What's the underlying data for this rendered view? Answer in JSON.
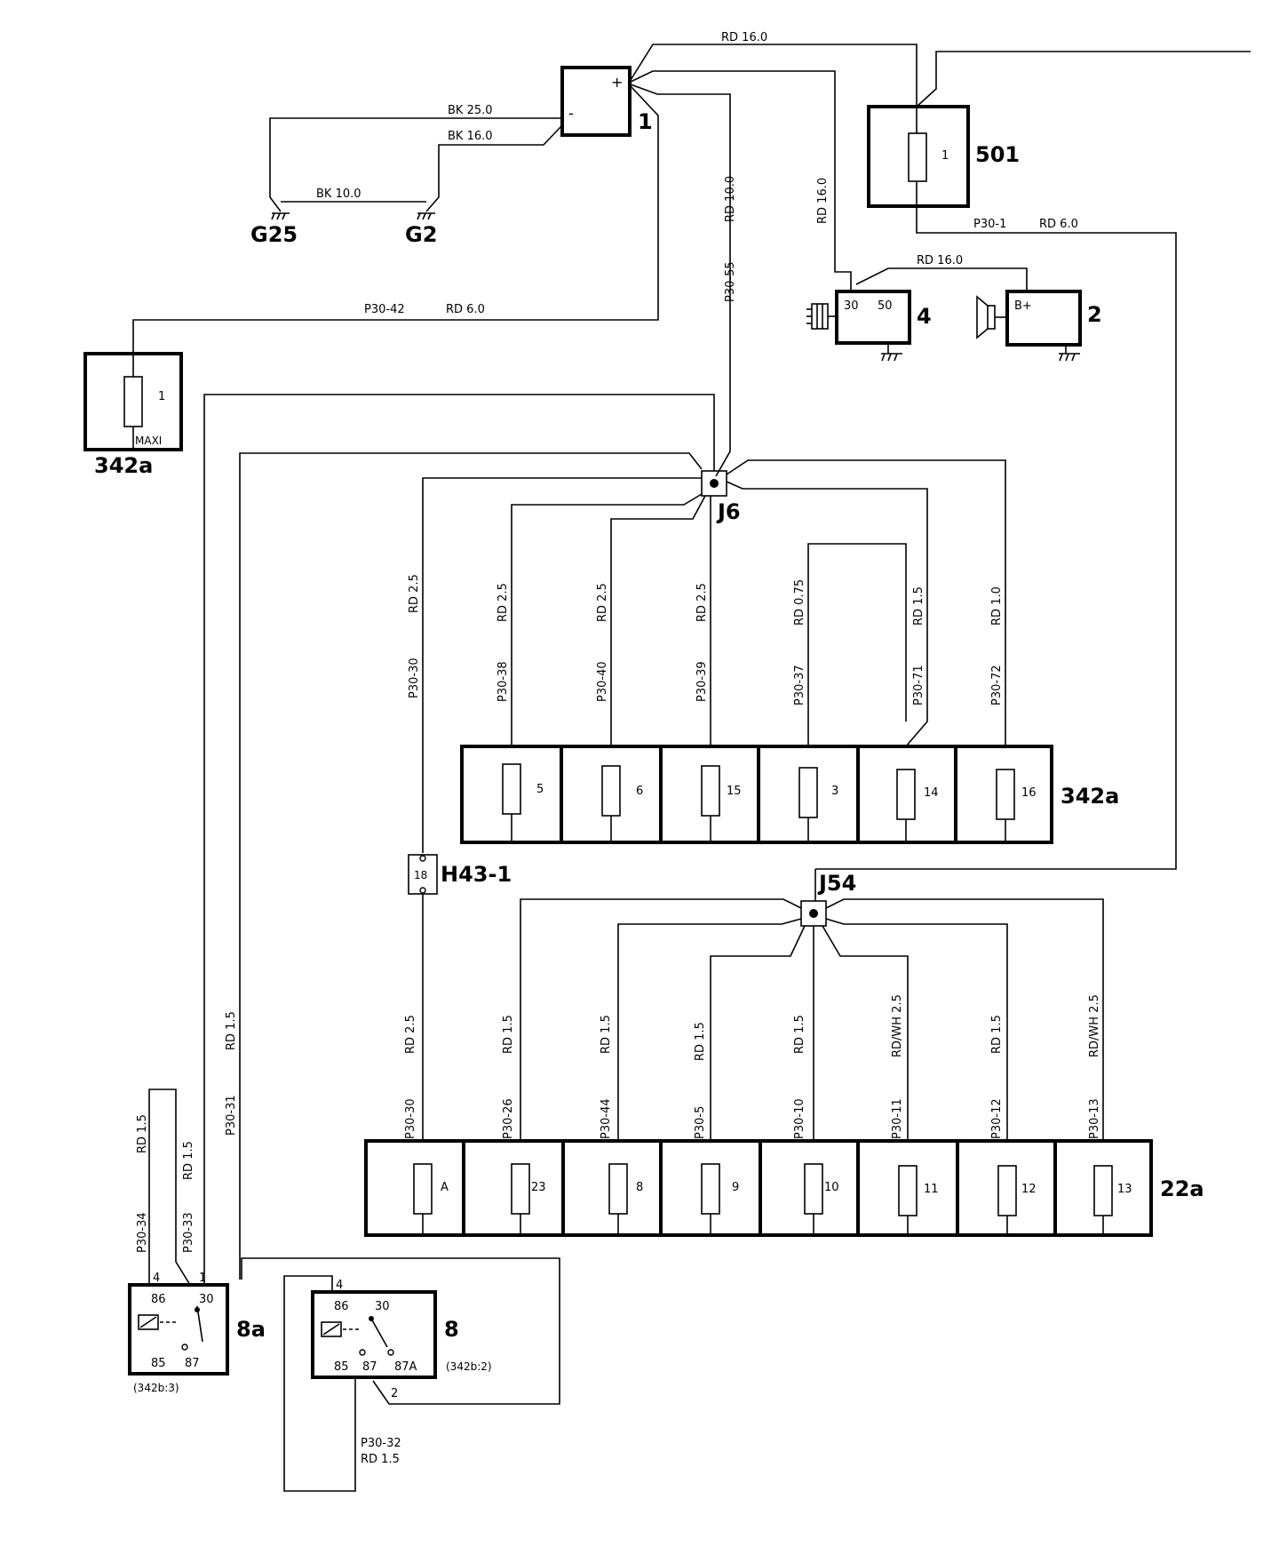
{
  "battery": {
    "id": "1",
    "plus": "+",
    "minus": "-"
  },
  "grounds": {
    "g25": "G25",
    "g2": "G2"
  },
  "wires": {
    "rd_16_top": "RD 16.0",
    "bk_25": "BK 25.0",
    "bk_16": "BK 16.0",
    "bk_10": "BK 10.0",
    "rd_10_vertical": "RD 10.0",
    "p30_55": "P30-55",
    "rd_16_vertical": "RD 16.0",
    "p30_1": "P30-1",
    "rd_6_p30_1": "RD 6.0",
    "rd_16_starter": "RD 16.0",
    "p30_42": "P30-42",
    "rd_6_p30_42": "RD 6.0",
    "p30_30_upper": "P30-30",
    "rd_25_upper": "RD 2.5",
    "p30_31": "P30-31",
    "rd_15_p30_31": "RD 1.5",
    "p30_32": "P30-32",
    "rd_15_p30_32": "RD 1.5"
  },
  "unit_501": {
    "id": "501",
    "fuse": "1"
  },
  "starter": {
    "id": "4",
    "t30": "30",
    "t50": "50"
  },
  "generator": {
    "id": "2",
    "bplus": "B+"
  },
  "maxi_fuse": {
    "id": "342a",
    "fuse": "1",
    "type": "MAXI"
  },
  "junctions": {
    "j6": "J6",
    "j54": "J54"
  },
  "h43": {
    "id": "H43-1",
    "pin": "18"
  },
  "fusebox_342a": {
    "id": "342a",
    "fuses": [
      "5",
      "6",
      "15",
      "3",
      "14",
      "16"
    ],
    "wires": [
      {
        "code": "P30-38",
        "gauge": "RD 2.5"
      },
      {
        "code": "P30-40",
        "gauge": "RD 2.5"
      },
      {
        "code": "P30-39",
        "gauge": "RD 2.5"
      },
      {
        "code": "P30-37",
        "gauge": "RD 0.75"
      },
      {
        "code": "P30-71",
        "gauge": "RD 1.5"
      },
      {
        "code": "P30-72",
        "gauge": "RD 1.0"
      }
    ]
  },
  "fusebox_22a": {
    "id": "22a",
    "fuses": [
      "A",
      "23",
      "8",
      "9",
      "10",
      "11",
      "12",
      "13"
    ],
    "wires": [
      {
        "code": "P30-30",
        "gauge": "RD 2.5"
      },
      {
        "code": "P30-26",
        "gauge": "RD 1.5"
      },
      {
        "code": "P30-44",
        "gauge": "RD 1.5"
      },
      {
        "code": "P30-5",
        "gauge": "RD 1.5"
      },
      {
        "code": "P30-10",
        "gauge": "RD 1.5"
      },
      {
        "code": "P30-11",
        "gauge": "RD/WH 2.5"
      },
      {
        "code": "P30-12",
        "gauge": "RD 1.5"
      },
      {
        "code": "P30-13",
        "gauge": "RD/WH 2.5"
      }
    ]
  },
  "relay_8a": {
    "id": "8a",
    "ref": "(342b:3)",
    "pin_top_left": "4",
    "pin_top_right": "1",
    "t86": "86",
    "t30": "30",
    "t85": "85",
    "t87": "87",
    "wire_left_code": "P30-34",
    "wire_left_gauge": "RD 1.5",
    "wire_right_code": "P30-33",
    "wire_right_gauge": "RD 1.5"
  },
  "relay_8": {
    "id": "8",
    "ref": "(342b:2)",
    "pin_top": "4",
    "pin_bottom": "2",
    "t86": "86",
    "t30": "30",
    "t85": "85",
    "t87": "87",
    "t87a": "87A"
  }
}
